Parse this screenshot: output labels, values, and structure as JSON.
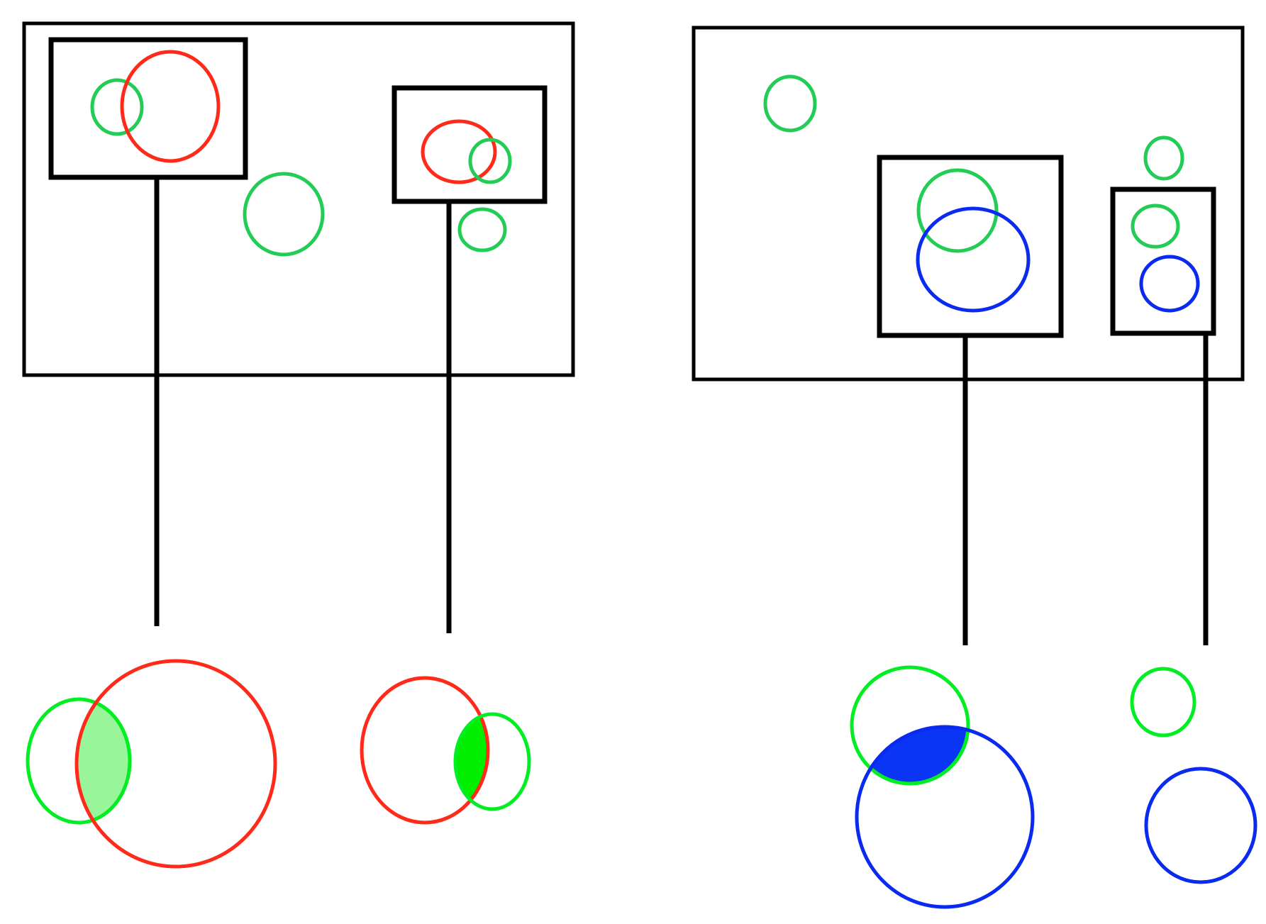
{
  "colors": {
    "background": "#ffffff",
    "frame": "#000000",
    "green_outline": "#22cc55",
    "bright_green": "#00ee22",
    "red": "#ff2a1a",
    "blue": "#0a2af0",
    "light_green_fill": "#99f599",
    "green_fill": "#00ee00",
    "blue_fill": "#0a35f5"
  },
  "panels": [
    {
      "id": "left",
      "outer_frame": "rectangle-icon",
      "boxes": [
        {
          "id": "box-1",
          "contents": [
            "green-circle-icon",
            "red-circle-icon"
          ],
          "callout": {
            "pair": [
              "green-circle-icon",
              "red-circle-icon"
            ],
            "intersection_fill": "light_green_fill"
          }
        },
        {
          "id": "box-2",
          "contents": [
            "red-circle-icon",
            "green-circle-icon"
          ],
          "callout": {
            "pair": [
              "red-circle-icon",
              "green-circle-icon"
            ],
            "intersection_fill": "green_fill"
          }
        }
      ],
      "free_circles": [
        "green-circle-icon",
        "green-circle-icon"
      ]
    },
    {
      "id": "right",
      "outer_frame": "rectangle-icon",
      "boxes": [
        {
          "id": "box-3",
          "contents": [
            "green-circle-icon",
            "blue-circle-icon"
          ],
          "callout": {
            "pair": [
              "green-circle-icon",
              "blue-circle-icon"
            ],
            "intersection_fill": "blue_fill"
          }
        },
        {
          "id": "box-4",
          "contents": [
            "green-circle-icon",
            "blue-circle-icon"
          ],
          "callout": {
            "pair": [
              "green-circle-icon",
              "blue-circle-icon"
            ],
            "intersection_fill": "none"
          }
        }
      ],
      "free_circles": [
        "green-circle-icon",
        "green-circle-icon"
      ]
    }
  ]
}
